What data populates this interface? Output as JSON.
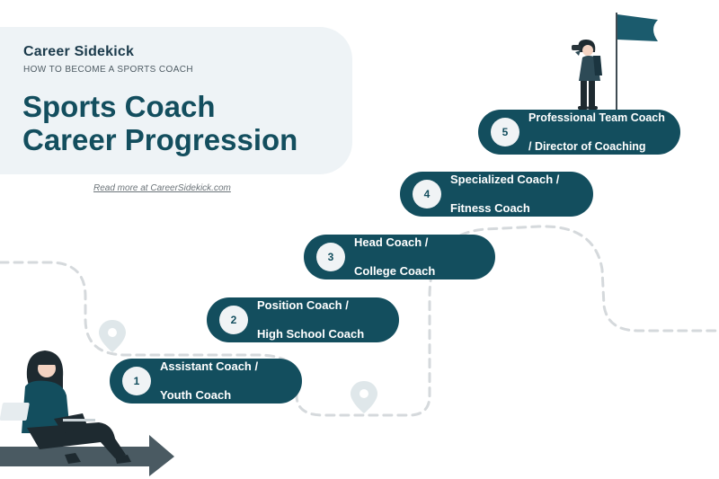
{
  "header": {
    "brand_career": "Career",
    "brand_sidekick": "Sidekick",
    "subtitle": "HOW TO BECOME A SPORTS COACH",
    "title_line1": "Sports Coach",
    "title_line2": "Career Progression"
  },
  "read_more": "Read more at CareerSidekick.com",
  "steps": [
    {
      "number": "1",
      "line1": "Assistant Coach /",
      "line2": "Youth Coach"
    },
    {
      "number": "2",
      "line1": "Position Coach /",
      "line2": "High School Coach"
    },
    {
      "number": "3",
      "line1": "Head Coach /",
      "line2": "College Coach"
    },
    {
      "number": "4",
      "line1": "Specialized Coach /",
      "line2": "Fitness Coach"
    },
    {
      "number": "5",
      "line1": "Professional Team Coach",
      "line2": "/ Director of Coaching"
    }
  ],
  "colors": {
    "primary": "#134e5e",
    "header_bg": "#eef3f6",
    "dashed_path": "#d5d9dc",
    "pin": "#dfe7ea",
    "arrow": "#4a5a62"
  },
  "icons": {
    "pin_left": "map-pin-icon",
    "pin_right": "map-pin-icon",
    "flag": "flag-icon",
    "arrow": "arrow-right-icon",
    "person_laptop": "person-with-laptop-icon",
    "person_binoculars": "person-with-binoculars-icon"
  }
}
